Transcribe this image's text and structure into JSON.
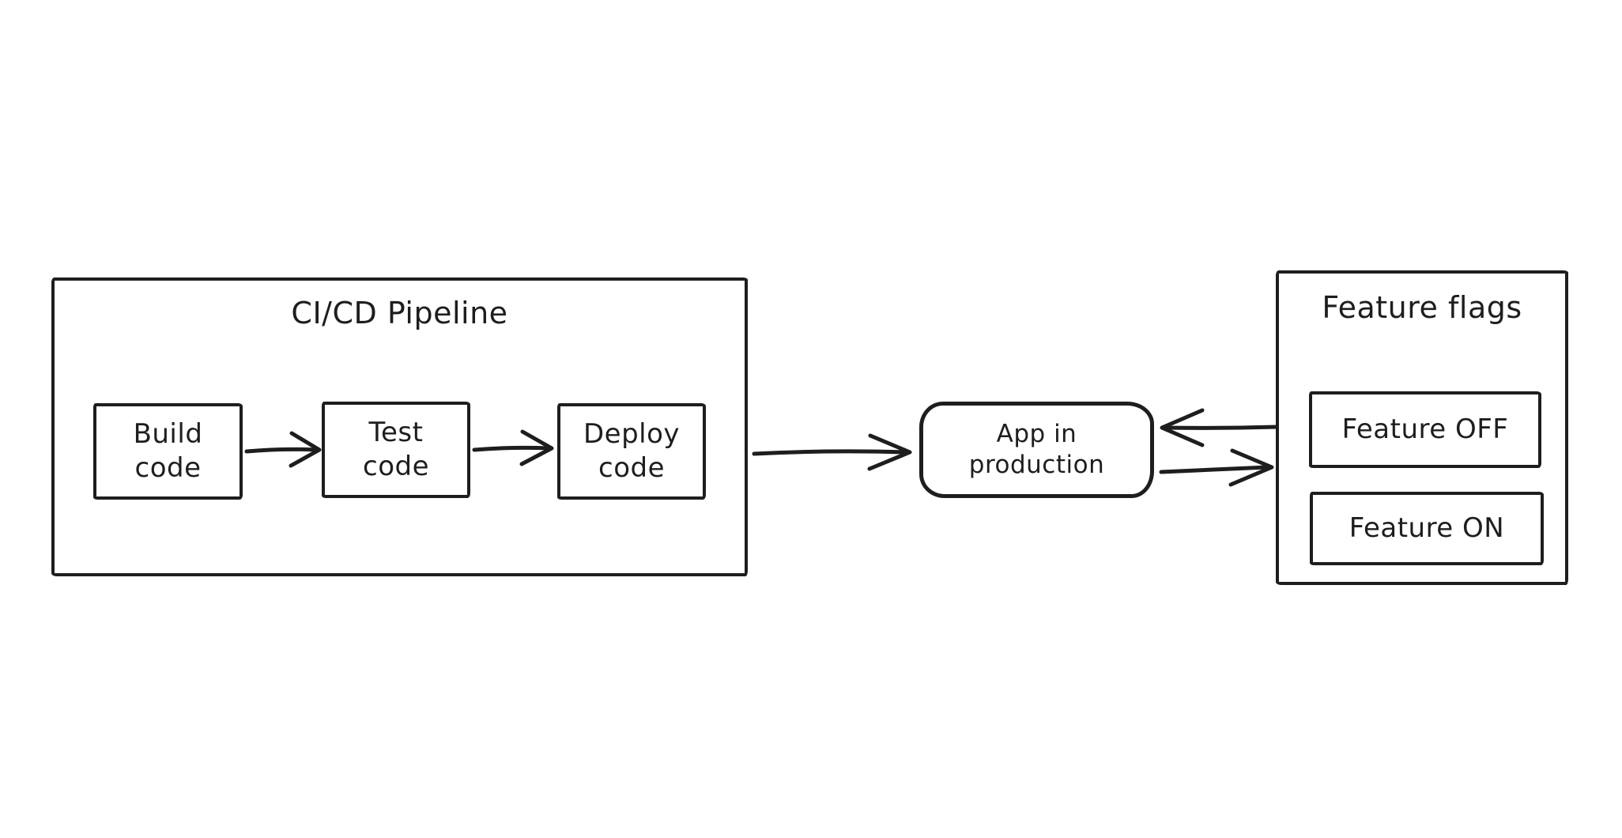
{
  "canvas": {
    "background": "#ffffff",
    "ink_color": "#1e1e1e"
  },
  "diagram": {
    "pipeline": {
      "title": "CI/CD Pipeline",
      "steps": [
        {
          "label": "Build code"
        },
        {
          "label": "Test code"
        },
        {
          "label": "Deploy code"
        }
      ]
    },
    "app": {
      "label": "App in production"
    },
    "feature_flags": {
      "title": "Feature flags",
      "items": [
        {
          "label": "Feature OFF"
        },
        {
          "label": "Feature ON"
        }
      ]
    },
    "edges": [
      {
        "from": "build-code",
        "to": "test-code"
      },
      {
        "from": "test-code",
        "to": "deploy-code"
      },
      {
        "from": "cicd-pipeline",
        "to": "app-in-production"
      },
      {
        "from": "feature-flags",
        "to": "app-in-production"
      },
      {
        "from": "app-in-production",
        "to": "feature-flags"
      }
    ]
  }
}
